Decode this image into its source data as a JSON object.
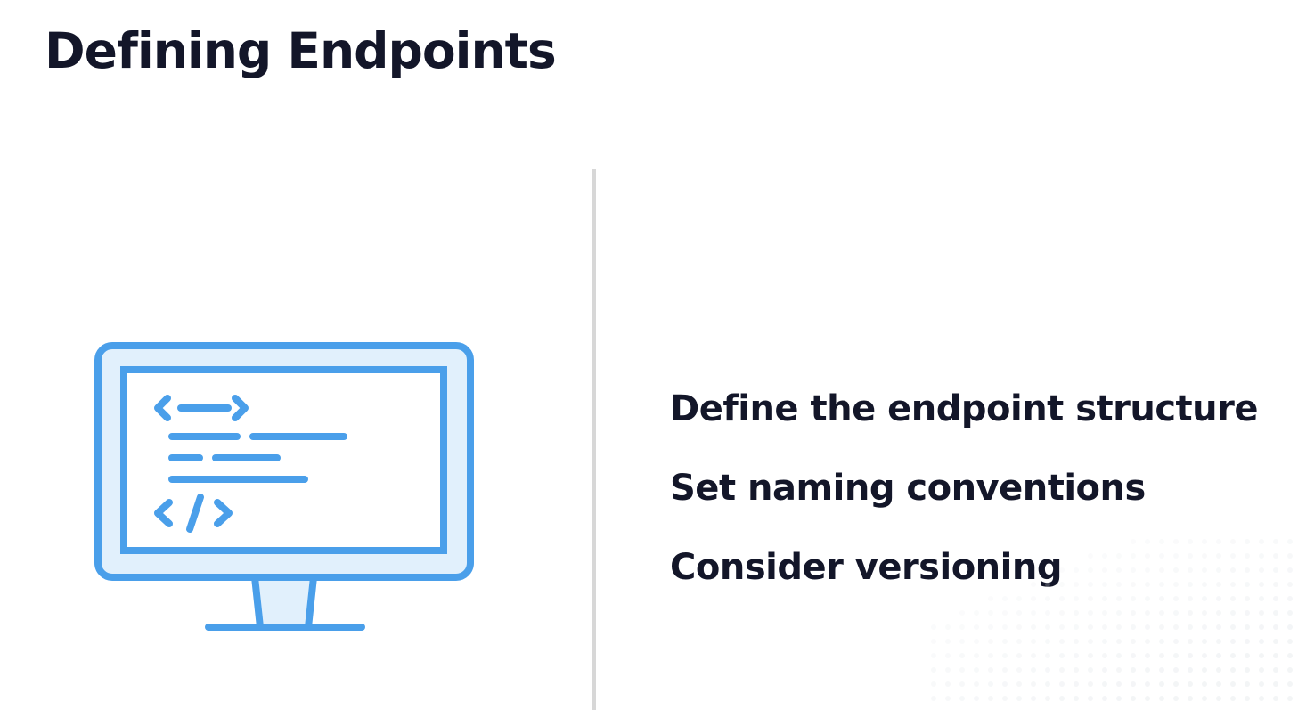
{
  "slide": {
    "title": "Defining Endpoints",
    "bullets": [
      "Define the endpoint structure",
      "Set naming conventions",
      "Consider versioning"
    ]
  },
  "illustration": {
    "icon": "monitor-code-icon",
    "stroke_color": "#4a9fea",
    "fill_color": "#e1f0fc"
  },
  "colors": {
    "text": "#131629",
    "divider": "#d7d7d7",
    "background": "#ffffff"
  }
}
